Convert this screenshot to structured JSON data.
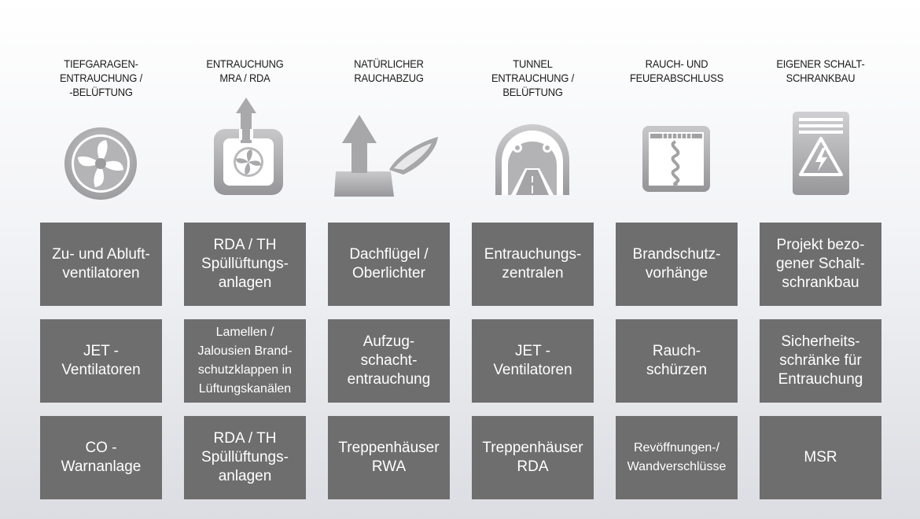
{
  "columns": [
    {
      "heading": "TIEFGARAGEN-\nENTRAUCHUNG /\n-BELÜFTUNG",
      "icon": "fan-wheel-icon",
      "boxes": [
        "Zu- und Abluft-\nventilatoren",
        "JET -\nVentilatoren",
        "CO -\nWarnanlage"
      ]
    },
    {
      "heading": "ENTRAUCHUNG\nMRA / RDA",
      "icon": "fan-box-arrow-up-icon",
      "boxes": [
        "RDA / TH\nSpüllüftungs-\nanlagen",
        "Lamellen /\nJalousien Brand-\nschutzklappen in\nLüftungskanälen",
        "RDA / TH\nSpüllüftungs-\nanlagen"
      ]
    },
    {
      "heading": "NATÜRLICHER\nRAUCHABZUG",
      "icon": "roof-hatch-arrow-icon",
      "boxes": [
        "Dachflügel /\nOberlichter",
        "Aufzug-\nschacht-\nentrauchung",
        "Treppenhäuser\nRWA"
      ]
    },
    {
      "heading": "TUNNEL\nENTRAUCHUNG /\nBELÜFTUNG",
      "icon": "tunnel-icon",
      "boxes": [
        "Entrauchungs-\nzentralen",
        "JET -\nVentilatoren",
        "Treppenhäuser\nRDA"
      ]
    },
    {
      "heading": "RAUCH- UND\nFEUERABSCHLUSS",
      "icon": "smoke-curtain-icon",
      "boxes": [
        "Brandschutz-\nvorhänge",
        "Rauch-\nschürzen",
        "Revöffnungen-/\nWandverschlüsse"
      ]
    },
    {
      "heading": "EIGENER SCHALT-\nSCHRANKBAU",
      "icon": "control-cabinet-icon",
      "boxes": [
        "Projekt bezo-\ngener Schalt-\nschrankbau",
        "Sicherheits-\nschränke für\nEntrauchung",
        "MSR"
      ]
    }
  ],
  "colors": {
    "box": "#6e6e6f",
    "icon": "#9a9a9c"
  }
}
